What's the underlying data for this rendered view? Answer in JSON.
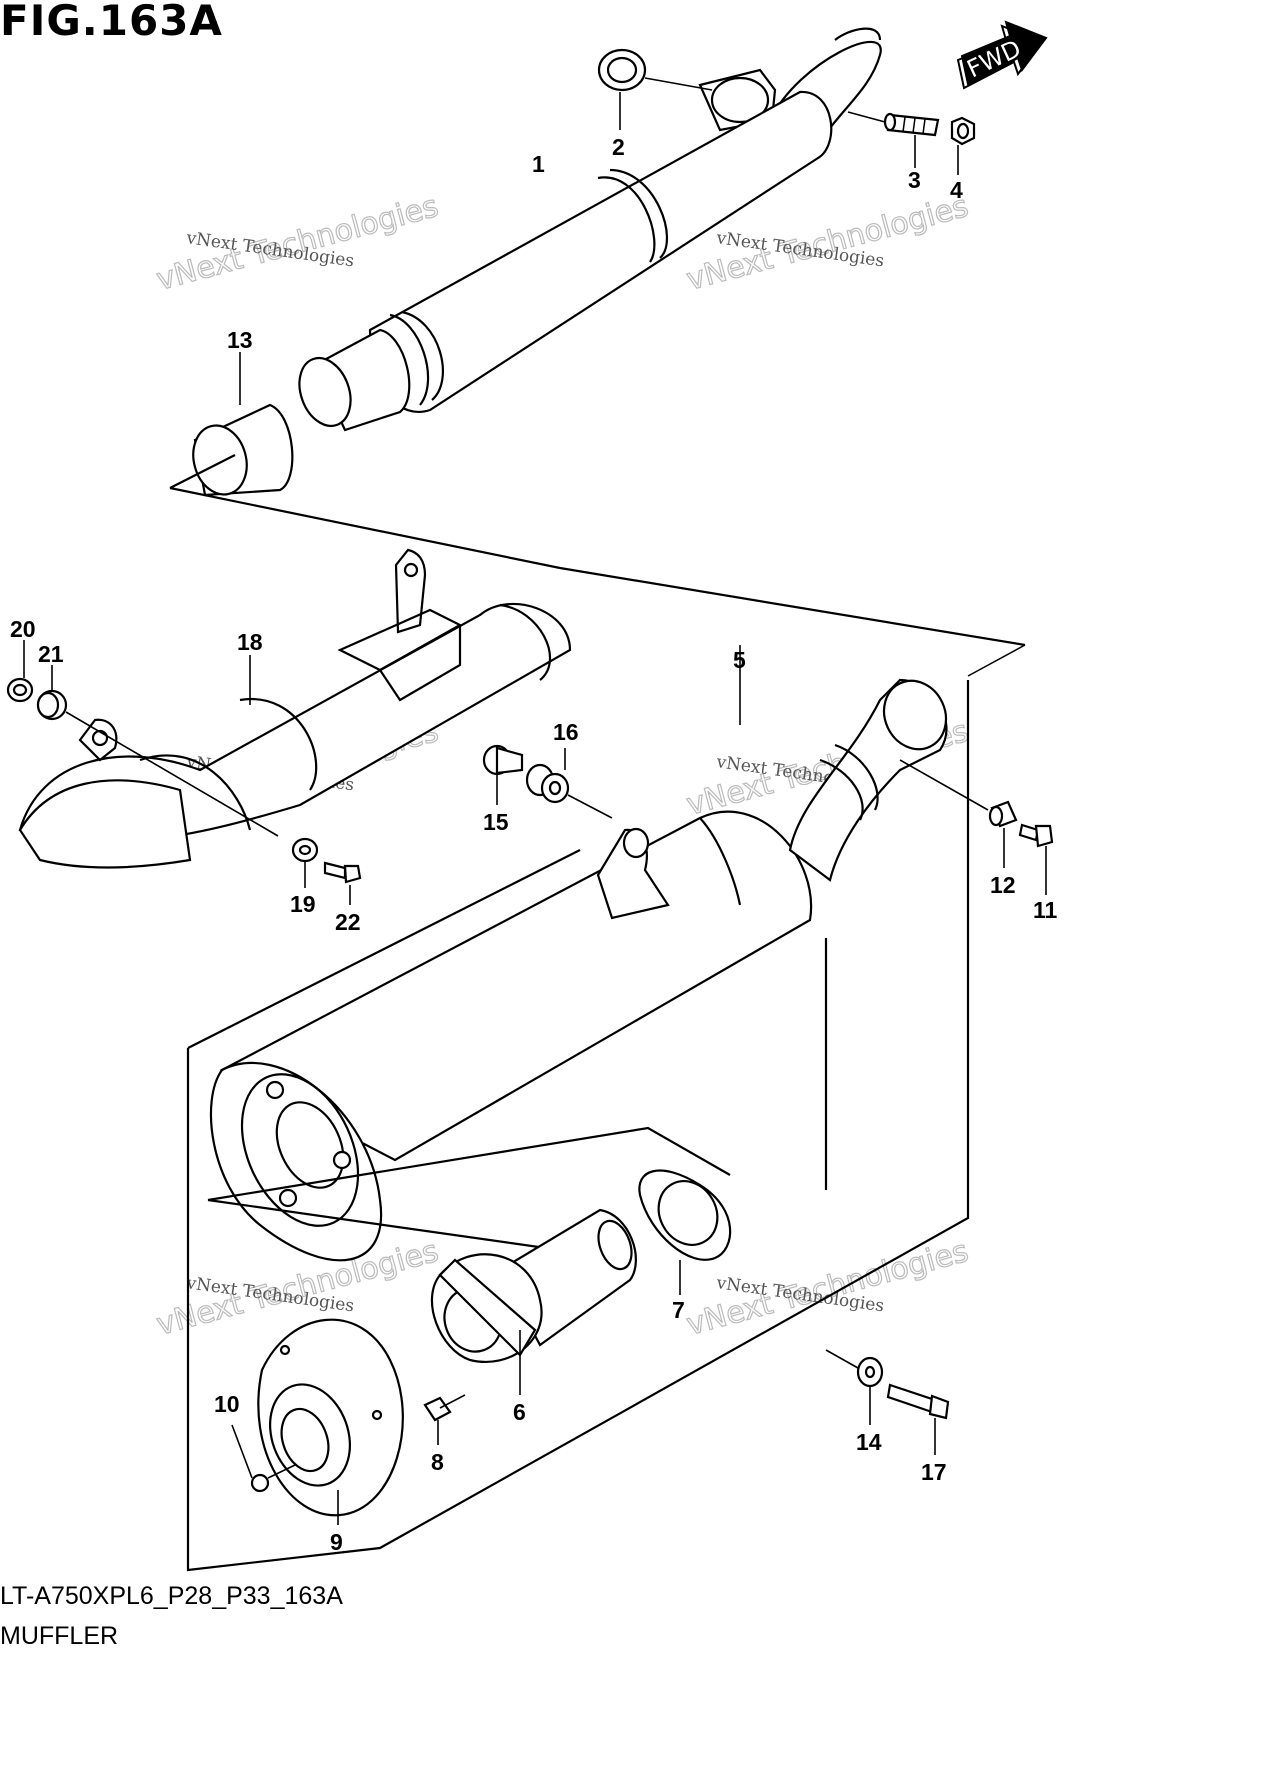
{
  "figure": {
    "title": "FIG.163A",
    "code": "LT-A750XPL6_P28_P33_163A",
    "name": "MUFFLER",
    "direction_badge": "FWD"
  },
  "watermark": {
    "line1": "vNext Technologies",
    "line2": "vNext Technologies"
  },
  "callouts": [
    {
      "id": "c1",
      "label": "1"
    },
    {
      "id": "c2",
      "label": "2"
    },
    {
      "id": "c3",
      "label": "3"
    },
    {
      "id": "c4",
      "label": "4"
    },
    {
      "id": "c5",
      "label": "5"
    },
    {
      "id": "c6",
      "label": "6"
    },
    {
      "id": "c7",
      "label": "7"
    },
    {
      "id": "c8",
      "label": "8"
    },
    {
      "id": "c9",
      "label": "9"
    },
    {
      "id": "c10",
      "label": "10"
    },
    {
      "id": "c11",
      "label": "11"
    },
    {
      "id": "c12",
      "label": "12"
    },
    {
      "id": "c13",
      "label": "13"
    },
    {
      "id": "c14",
      "label": "14"
    },
    {
      "id": "c15",
      "label": "15"
    },
    {
      "id": "c16",
      "label": "16"
    },
    {
      "id": "c17",
      "label": "17"
    },
    {
      "id": "c18",
      "label": "18"
    },
    {
      "id": "c19",
      "label": "19"
    },
    {
      "id": "c20",
      "label": "20"
    },
    {
      "id": "c21",
      "label": "21"
    },
    {
      "id": "c22",
      "label": "22"
    }
  ]
}
